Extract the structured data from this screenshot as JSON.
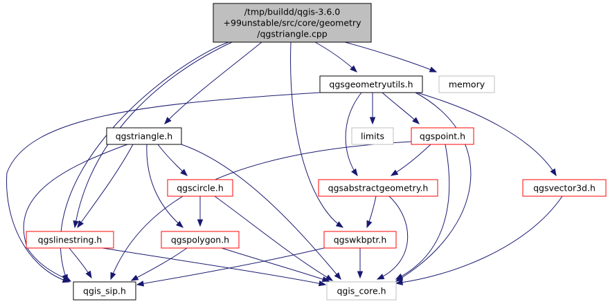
{
  "colors": {
    "edge": "#191970",
    "root_fill": "#bfbfbf",
    "border_black": "#000000",
    "border_red": "#ff0000",
    "border_gray": "#bfbfbf"
  },
  "nodes": {
    "root": {
      "lines": [
        "/tmp/buildd/qgis-3.6.0",
        "+99unstable/src/core/geometry",
        "/qgstriangle.cpp"
      ],
      "style": "root"
    },
    "geometryutils": {
      "label": "qgsgeometryutils.h",
      "style": "black"
    },
    "memory": {
      "label": "memory",
      "style": "gray"
    },
    "triangle": {
      "label": "qgstriangle.h",
      "style": "black"
    },
    "limits": {
      "label": "limits",
      "style": "gray"
    },
    "point": {
      "label": "qgspoint.h",
      "style": "red"
    },
    "circle": {
      "label": "qgscircle.h",
      "style": "red"
    },
    "abstractgeometry": {
      "label": "qgsabstractgeometry.h",
      "style": "red"
    },
    "vector3d": {
      "label": "qgsvector3d.h",
      "style": "red"
    },
    "linestring": {
      "label": "qgslinestring.h",
      "style": "red"
    },
    "polygon": {
      "label": "qgspolygon.h",
      "style": "red"
    },
    "wkbptr": {
      "label": "qgswkbptr.h",
      "style": "red"
    },
    "sip": {
      "label": "qgis_sip.h",
      "style": "black"
    },
    "core": {
      "label": "qgis_core.h",
      "style": "gray"
    }
  }
}
